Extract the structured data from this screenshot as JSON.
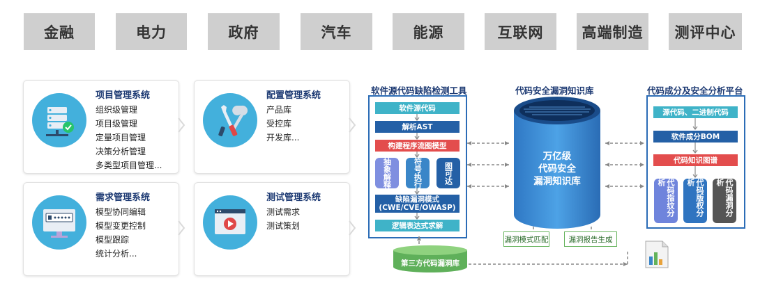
{
  "tabs": [
    "金融",
    "电力",
    "政府",
    "汽车",
    "能源",
    "互联网",
    "高端制造",
    "测评中心"
  ],
  "cards": {
    "project": {
      "title": "项目管理系统",
      "items": [
        "组织级管理",
        "项目级管理",
        "定量项目管理",
        "决策分析管理",
        "多类型项目管理..."
      ]
    },
    "config": {
      "title": "配置管理系统",
      "items": [
        "产品库",
        "受控库",
        "开发库..."
      ]
    },
    "requirement": {
      "title": "需求管理系统",
      "items": [
        "模型协同编辑",
        "模型变更控制",
        "模型跟踪",
        "统计分析..."
      ]
    },
    "test": {
      "title": "测试管理系统",
      "items": [
        "测试需求",
        "测试策划"
      ]
    }
  },
  "tool": {
    "title": "软件源代码缺陷检测工具",
    "steps": {
      "source": "软件源代码",
      "parse": "解析AST",
      "build": "构建程序流图模型",
      "abstract": "抽象解释",
      "symbolic": "符号执行",
      "reach": "图可达",
      "pattern1": "缺陷漏洞模式",
      "pattern2": "(CWE/CVE/OWASP)",
      "logic": "逻辑表达式求解"
    },
    "third_party_db": "第三方代码漏洞库"
  },
  "knowledge": {
    "title": "代码安全漏洞知识库",
    "cylinder_lines": [
      "万亿级",
      "代码安全",
      "漏洞知识库"
    ],
    "match_label": "漏洞模式匹配",
    "report_label": "漏洞报告生成"
  },
  "platform": {
    "title": "代码成分及安全分析平台",
    "steps": {
      "input": "源代码、二进制代码",
      "bom": "软件成分BOM",
      "graph": "代码知识图谱",
      "v1": "代码指纹分析",
      "v2": "代码版权分析",
      "v3": "代码漏洞分析"
    }
  },
  "icons": {
    "project": "server-check-icon",
    "config": "tools-icon",
    "requirement": "password-monitor-icon",
    "test": "video-window-icon",
    "report": "report-chart-icon"
  },
  "colors": {
    "accent": "#43b0dc",
    "navy": "#2460a6",
    "teal": "#3fb3c8",
    "red": "#e34d4d",
    "cylinder": "#3b8fd6",
    "green": "#63b25a",
    "grey": "#555555"
  }
}
